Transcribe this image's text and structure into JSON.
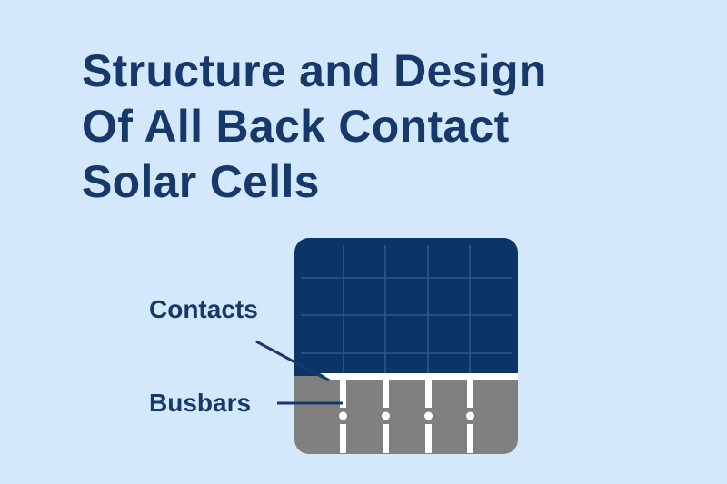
{
  "title": {
    "lines": [
      "Structure and Design",
      "Of All Back Contact",
      "Solar Cells"
    ]
  },
  "labels": {
    "contacts": "Contacts",
    "busbars": "Busbars"
  },
  "colors": {
    "background": "#d4e8fb",
    "text": "#16386a",
    "cell_front": "#0b3566",
    "grid_lines": "#2a5a8f",
    "back_layer": "#808080",
    "busbar": "#ffffff",
    "leader_line": "#16386a"
  },
  "diagram": {
    "grid_columns": 5,
    "grid_rows": 4,
    "busbar_count": 4
  }
}
